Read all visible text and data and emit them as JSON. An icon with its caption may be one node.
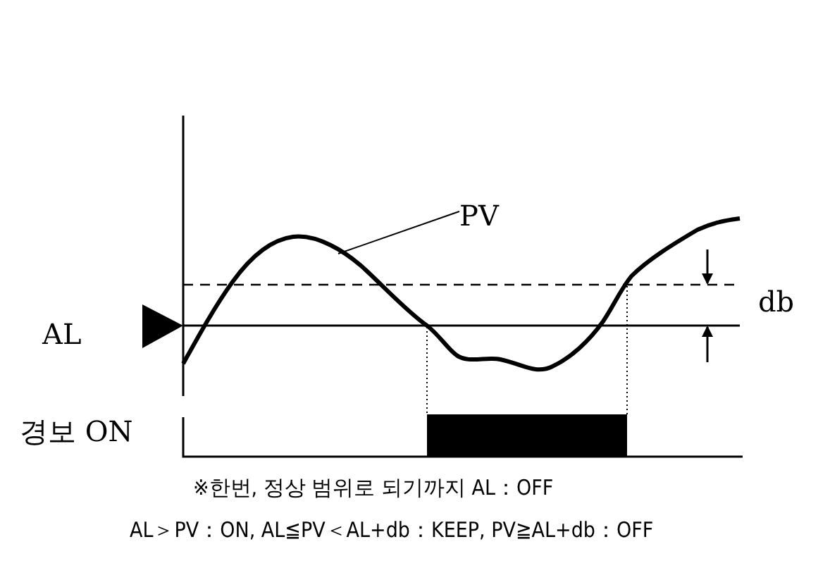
{
  "diagram": {
    "nodes": [
      {
        "text": [
          "PV"
        ]
      },
      {
        "text": [],
        "shape": "line"
      },
      {
        "text": [],
        "shape": "bar"
      }
    ],
    "edges": [
      {
        "from": 0,
        "to": 1,
        "arrow": "none"
      },
      {
        "from": 1,
        "to": 2,
        "arrow": "none",
        "style": "dashed"
      },
      {
        "from": 1,
        "to": 2,
        "arrow": "none",
        "style": "dashed"
      }
    ],
    "labels": [
      "db",
      "AL",
      "경보 ON",
      "※한번, 정상 범위로 되기까지 AL：OFF",
      "AL＞PV：ON, AL≦PV＜AL+db：KEEP, PV≧AL+db：OFF"
    ]
  }
}
